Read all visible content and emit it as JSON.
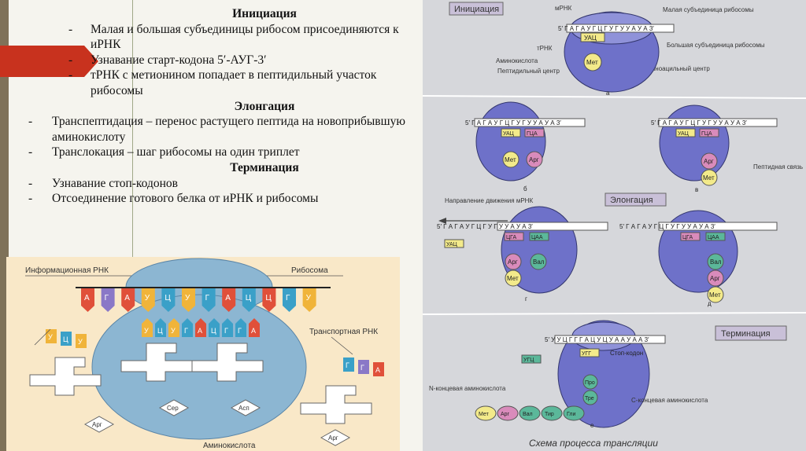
{
  "initiation": {
    "heading": "Инициация",
    "items": [
      "Малая и большая субъединицы рибосом присоединяются к иРНК",
      "Узнавание старт-кодона 5′-АУГ-3′",
      "тРНК с метионином попадает в пептидильный участок рибосомы"
    ]
  },
  "elongation": {
    "heading": "Элонгация",
    "items": [
      "Транспептидация – перенос растущего пептида на новоприбывшую аминокислоту",
      "Транслокация – шаг рибосомы на один триплет"
    ]
  },
  "termination": {
    "heading": "Терминация",
    "items": [
      "Узнавание стоп-кодонов",
      "Отсоединение готового белка от иРНК и рибосомы"
    ]
  },
  "left_figure": {
    "mrna_label": "Информационная РНК",
    "ribosome_label": "Рибосома",
    "trna_label": "Транспортная РНК",
    "amino_acid_label": "Аминокислота",
    "mrna_codons": [
      "А",
      "Г",
      "А",
      "У",
      "Ц",
      "У",
      "Г",
      "А",
      "Ц",
      "Ц",
      "Г",
      "У"
    ],
    "anticodons": [
      "У",
      "Ц",
      "У",
      "Г",
      "А",
      "Ц",
      "Г",
      "Г",
      "А"
    ],
    "free_trna_left": [
      "У",
      "Ц",
      "У"
    ],
    "free_trna_right": [
      "Г",
      "Г",
      "А"
    ],
    "amino_acids": [
      "Арг",
      "Сер",
      "Асп",
      "Арг"
    ]
  },
  "right_figure": {
    "initiation_tag": "Инициация",
    "elongation_tag": "Элонгация",
    "termination_tag": "Терминация",
    "title": "Схема процесса трансляции",
    "labels": {
      "mrna": "мРНК",
      "small_subunit": "Малая субъединица рибосомы",
      "trna": "тРНК",
      "large_subunit": "Большая субъединица рибосомы",
      "amino_acid": "Аминокислота",
      "peptidyl_center": "Пептидильный центр",
      "aminoacyl_center": "Аминоацильный центр",
      "peptide_bond": "Пептидная связь",
      "direction": "Направление движения мРНК",
      "stop_codon": "Стоп-кодон",
      "n_terminal": "N-концевая аминокислота",
      "c_terminal": "С-концевая аминокислота"
    },
    "strands": {
      "a": "5′ Г А Г А У Г Ц Г У Г У У А У А 3′",
      "b": "5′ Г А Г А У Г Ц Г У Г У У А У А 3′",
      "e": "5′ У У Ц Г Г Г А Ц У Ц У А А У А А 3′"
    },
    "panel_letters": [
      "а",
      "б",
      "в",
      "г",
      "д",
      "е"
    ],
    "amino": {
      "met": "Мет",
      "arg": "Арг",
      "val": "Вал",
      "pro": "Про",
      "tre": "Тре",
      "tir": "Тир",
      "gli": "Гли"
    },
    "anticodons": {
      "uac": "УАЦ",
      "gca": "ГЦА",
      "cga": "ЦГА",
      "caa": "ЦАА",
      "ugc": "УГЦ",
      "ugg": "УГГ"
    }
  }
}
